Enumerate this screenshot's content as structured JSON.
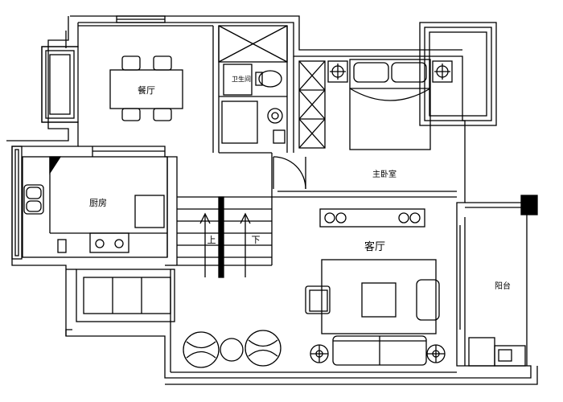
{
  "rooms": {
    "dining": "餐厅",
    "master_bedroom": "主卧室",
    "kitchen": "厨房",
    "living_room": "客厅",
    "balcony": "阳台"
  },
  "stairs": {
    "up": "上",
    "down": "下"
  },
  "bathroom_fixture_label": "卫生间"
}
